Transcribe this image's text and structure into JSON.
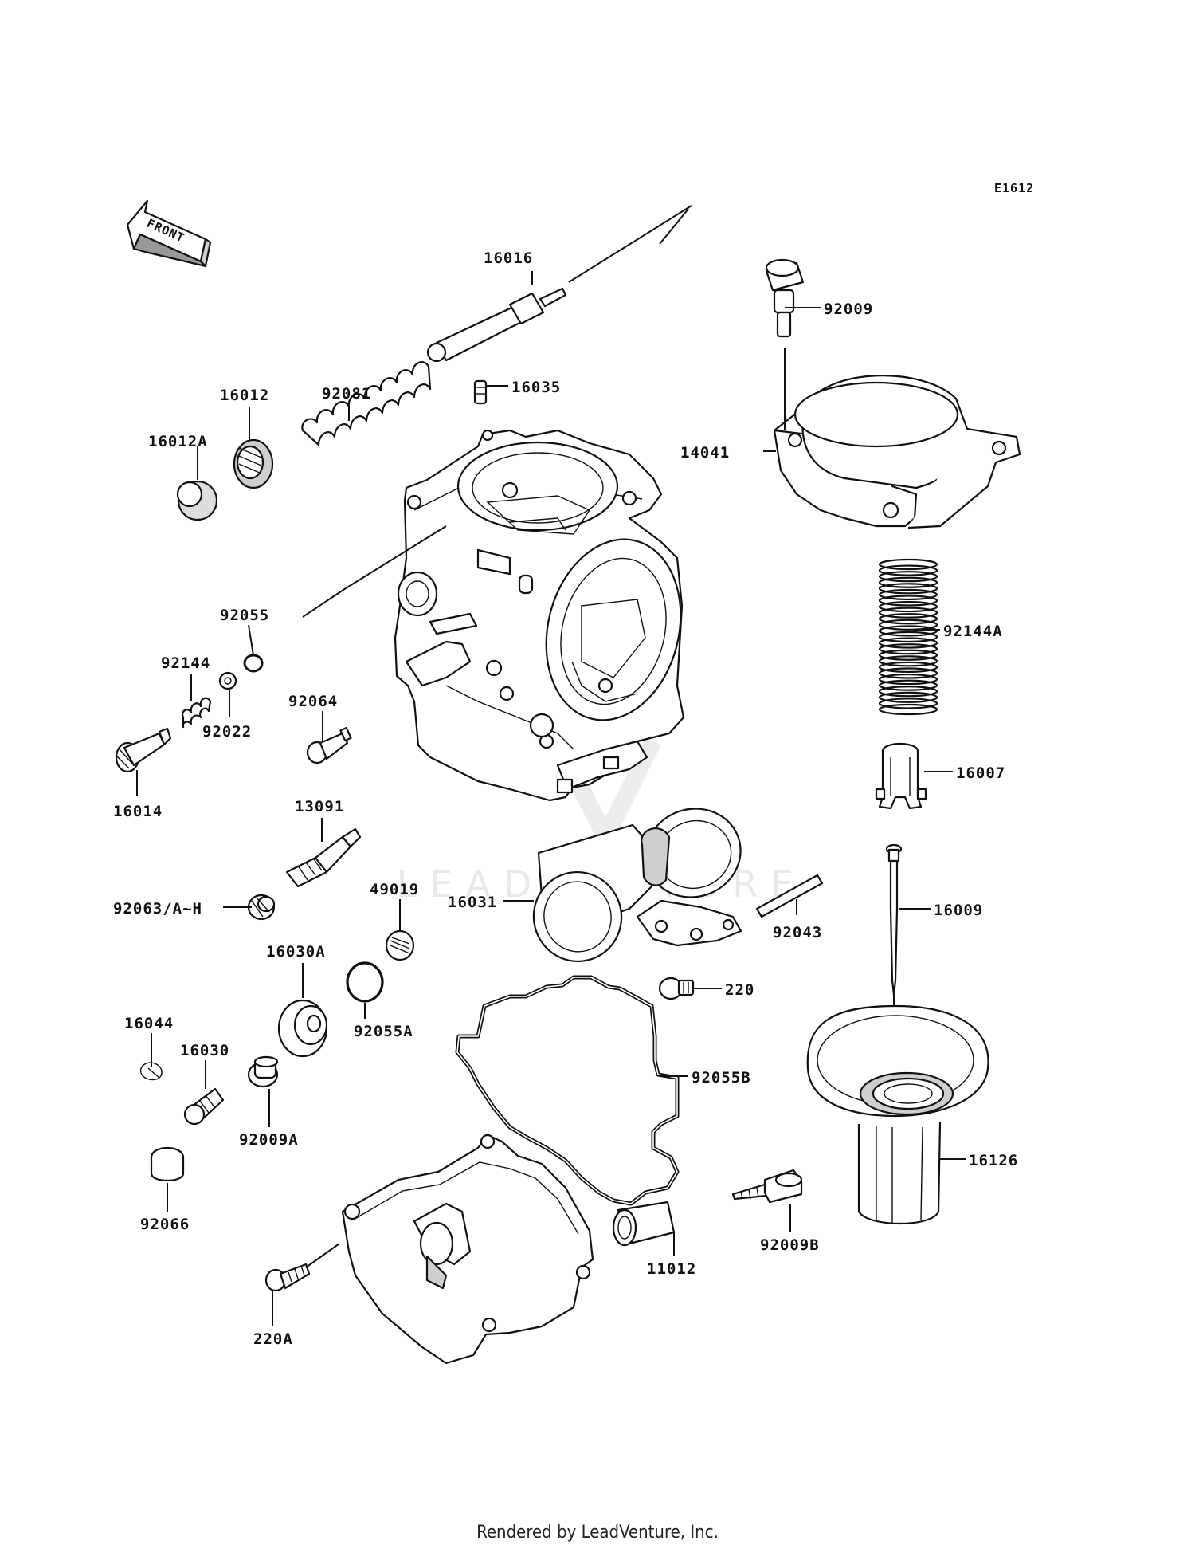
{
  "diagram_code": "E1612",
  "front_label": "FRONT",
  "watermark": "LEADVENTURE",
  "footer": "Rendered by LeadVenture, Inc.",
  "part_labels": [
    {
      "id": "16016",
      "text": "16016"
    },
    {
      "id": "92009",
      "text": "92009"
    },
    {
      "id": "92081",
      "text": "92081"
    },
    {
      "id": "16035",
      "text": "16035"
    },
    {
      "id": "16012",
      "text": "16012"
    },
    {
      "id": "16012A",
      "text": "16012A"
    },
    {
      "id": "14041",
      "text": "14041"
    },
    {
      "id": "92055",
      "text": "92055"
    },
    {
      "id": "92144A",
      "text": "92144A"
    },
    {
      "id": "92144",
      "text": "92144"
    },
    {
      "id": "92064",
      "text": "92064"
    },
    {
      "id": "92022",
      "text": "92022"
    },
    {
      "id": "16014",
      "text": "16014"
    },
    {
      "id": "16007",
      "text": "16007"
    },
    {
      "id": "13091",
      "text": "13091"
    },
    {
      "id": "16009",
      "text": "16009"
    },
    {
      "id": "92063",
      "text": "92063/A~H"
    },
    {
      "id": "49019",
      "text": "49019"
    },
    {
      "id": "16031",
      "text": "16031"
    },
    {
      "id": "92043",
      "text": "92043"
    },
    {
      "id": "16030A",
      "text": "16030A"
    },
    {
      "id": "220",
      "text": "220"
    },
    {
      "id": "92055A",
      "text": "92055A"
    },
    {
      "id": "16044",
      "text": "16044"
    },
    {
      "id": "16030",
      "text": "16030"
    },
    {
      "id": "92055B",
      "text": "92055B"
    },
    {
      "id": "92009A",
      "text": "92009A"
    },
    {
      "id": "16126",
      "text": "16126"
    },
    {
      "id": "92066",
      "text": "92066"
    },
    {
      "id": "92009B",
      "text": "92009B"
    },
    {
      "id": "11012",
      "text": "11012"
    },
    {
      "id": "220A",
      "text": "220A"
    }
  ]
}
